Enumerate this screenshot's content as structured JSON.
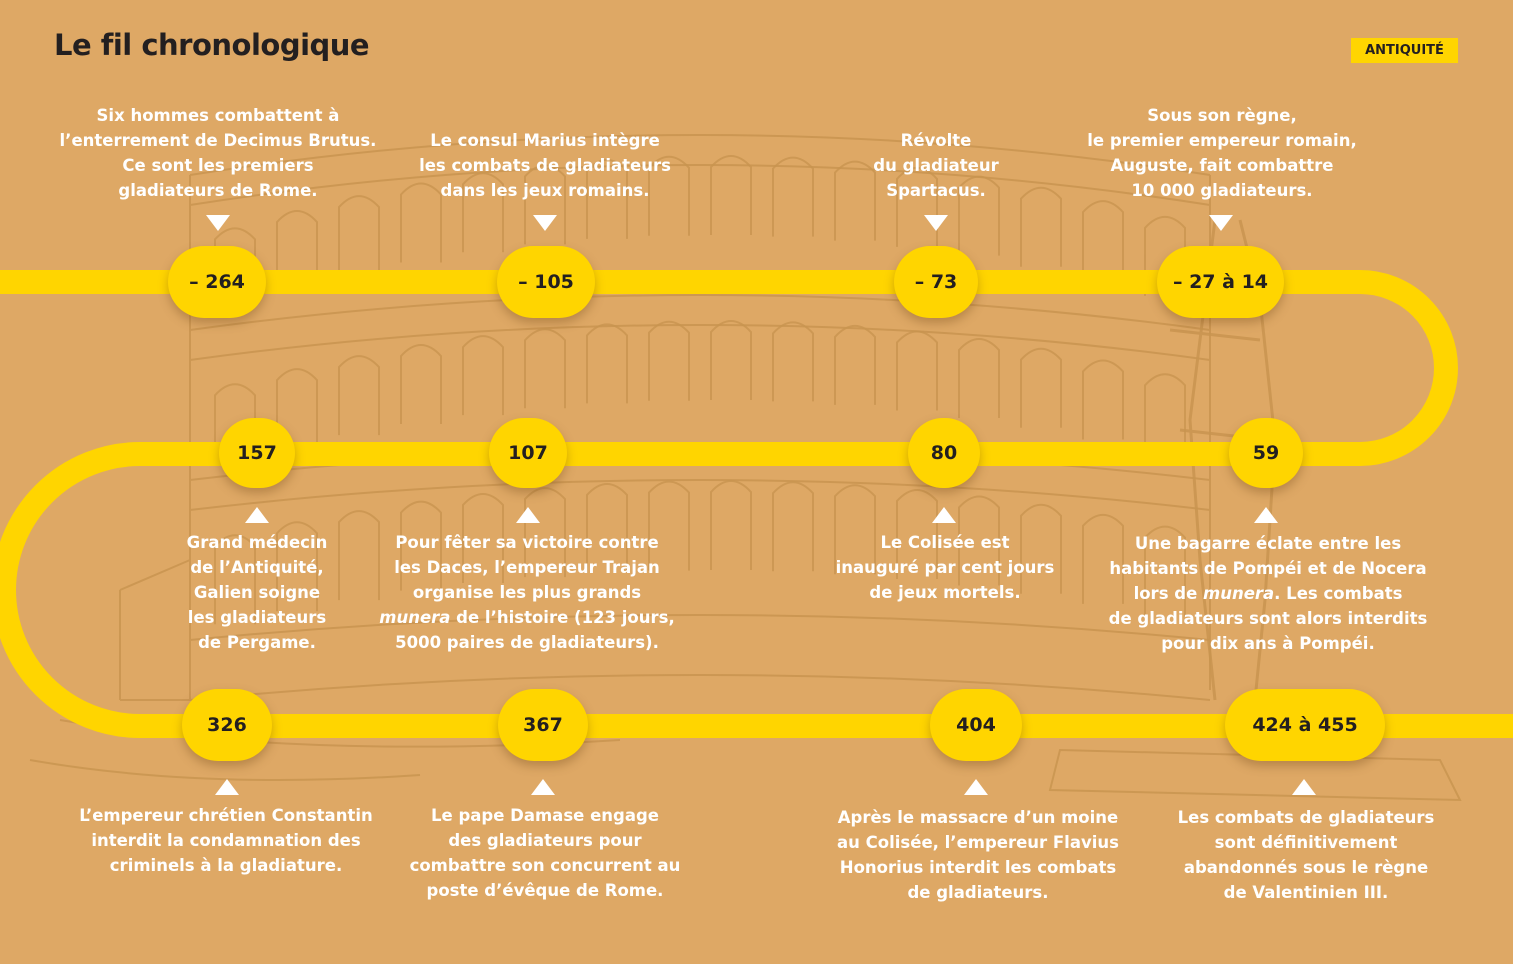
{
  "header": {
    "title": "Le fil chronologique",
    "badge": "ANTIQUITÉ"
  },
  "colors": {
    "background": "#dea865",
    "accent": "#ffd500",
    "text": "#ffffff",
    "title": "#231f20",
    "sketch": "#c99550"
  },
  "events": [
    {
      "date": "– 264",
      "lines": [
        "Six hommes combattent à",
        "l’enterrement de Decimus Brutus.",
        "Ce sont les premiers",
        "gladiateurs de Rome."
      ]
    },
    {
      "date": "– 105",
      "lines": [
        "Le consul Marius intègre",
        "les combats de gladiateurs",
        "dans les jeux romains."
      ]
    },
    {
      "date": "– 73",
      "lines": [
        "Révolte",
        "du gladiateur",
        "Spartacus."
      ]
    },
    {
      "date": "– 27 à 14",
      "lines": [
        "Sous son règne,",
        "le premier empereur romain,",
        "Auguste, fait combattre",
        "10 000 gladiateurs."
      ]
    },
    {
      "date": "59",
      "lines": [
        "Une bagarre éclate entre les",
        "habitants de Pompéi et de Nocera",
        "lors de munera. Les combats",
        "de gladiateurs sont alors interdits",
        "pour dix ans à Pompéi."
      ]
    },
    {
      "date": "80",
      "lines": [
        "Le Colisée est",
        "inauguré par cent jours",
        "de jeux mortels."
      ]
    },
    {
      "date": "107",
      "lines": [
        "Pour fêter sa victoire contre",
        "les Daces, l’empereur Trajan",
        "organise les plus grands",
        "munera de l’histoire (123 jours,",
        "5000 paires de gladiateurs)."
      ]
    },
    {
      "date": "157",
      "lines": [
        "Grand médecin",
        "de l’Antiquité,",
        "Galien soigne",
        "les gladiateurs",
        "de Pergame."
      ]
    },
    {
      "date": "326",
      "lines": [
        "L’empereur chrétien Constantin",
        "interdit la condamnation des",
        "criminels à la gladiature."
      ]
    },
    {
      "date": "367",
      "lines": [
        "Le pape Damase engage",
        "des gladiateurs pour",
        "combattre son concurrent au",
        "poste d’évêque de Rome."
      ]
    },
    {
      "date": "404",
      "lines": [
        "Après le massacre d’un moine",
        "au Colisée, l’empereur Flavius",
        "Honorius interdit les combats",
        "de gladiateurs."
      ]
    },
    {
      "date": "424 à 455",
      "lines": [
        "Les combats de gladiateurs",
        "sont définitivement",
        "abandonnés sous le règne",
        "de Valentinien III."
      ]
    }
  ]
}
